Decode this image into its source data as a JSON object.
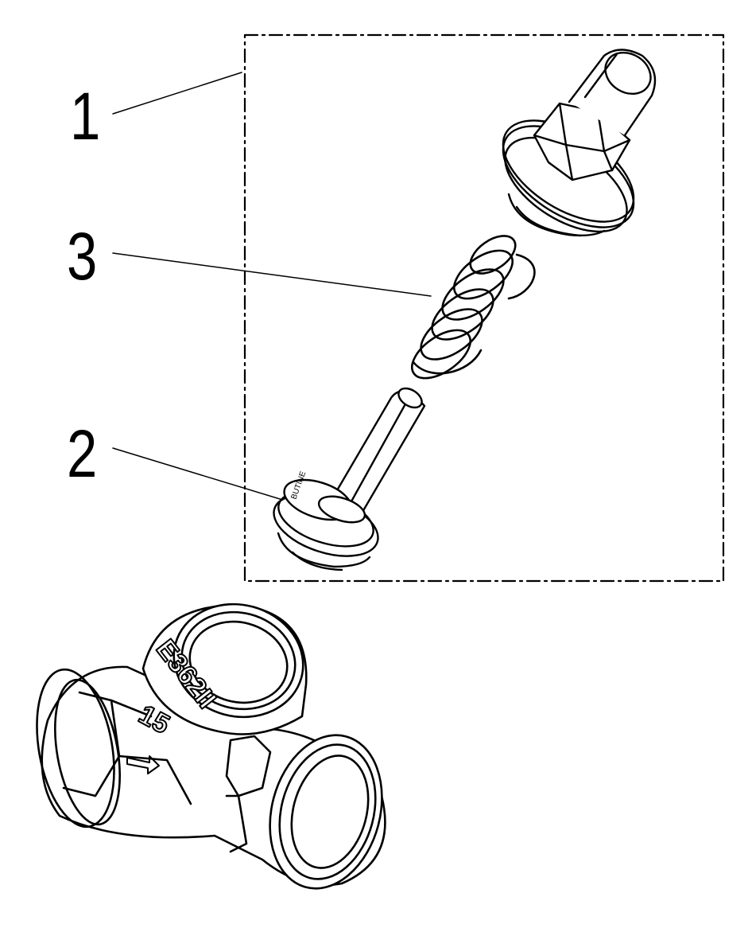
{
  "callouts": [
    {
      "id": "1",
      "label": "1",
      "target": "valve-insert-kit"
    },
    {
      "id": "3",
      "label": "3",
      "target": "spring"
    },
    {
      "id": "2",
      "label": "2",
      "target": "valve-plug"
    }
  ],
  "body_markings": {
    "size": "15",
    "code": "E362II",
    "plug_stamp": "BUTINE"
  },
  "colors": {
    "line": "#000000",
    "background": "#ffffff"
  }
}
